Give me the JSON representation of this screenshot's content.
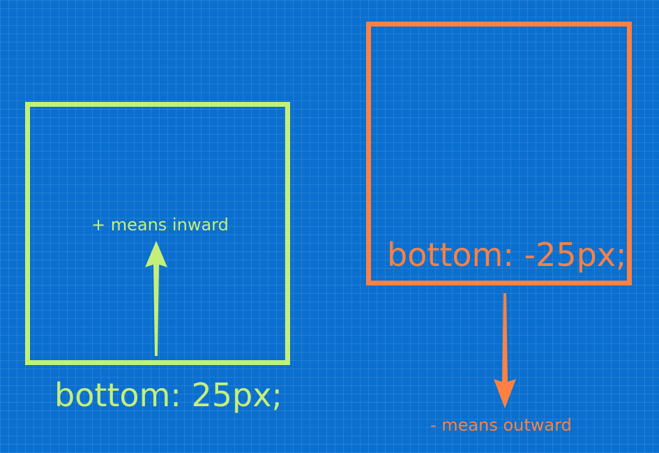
{
  "colors": {
    "background": "#0a6fce",
    "inward": "#c4f07a",
    "outward": "#ff8142"
  },
  "left": {
    "code": "bottom: 25px;",
    "note": "+ means inward",
    "arrow_icon": "arrow-up-icon"
  },
  "right": {
    "code": "bottom: -25px;",
    "note": "- means outward",
    "arrow_icon": "arrow-down-icon"
  }
}
